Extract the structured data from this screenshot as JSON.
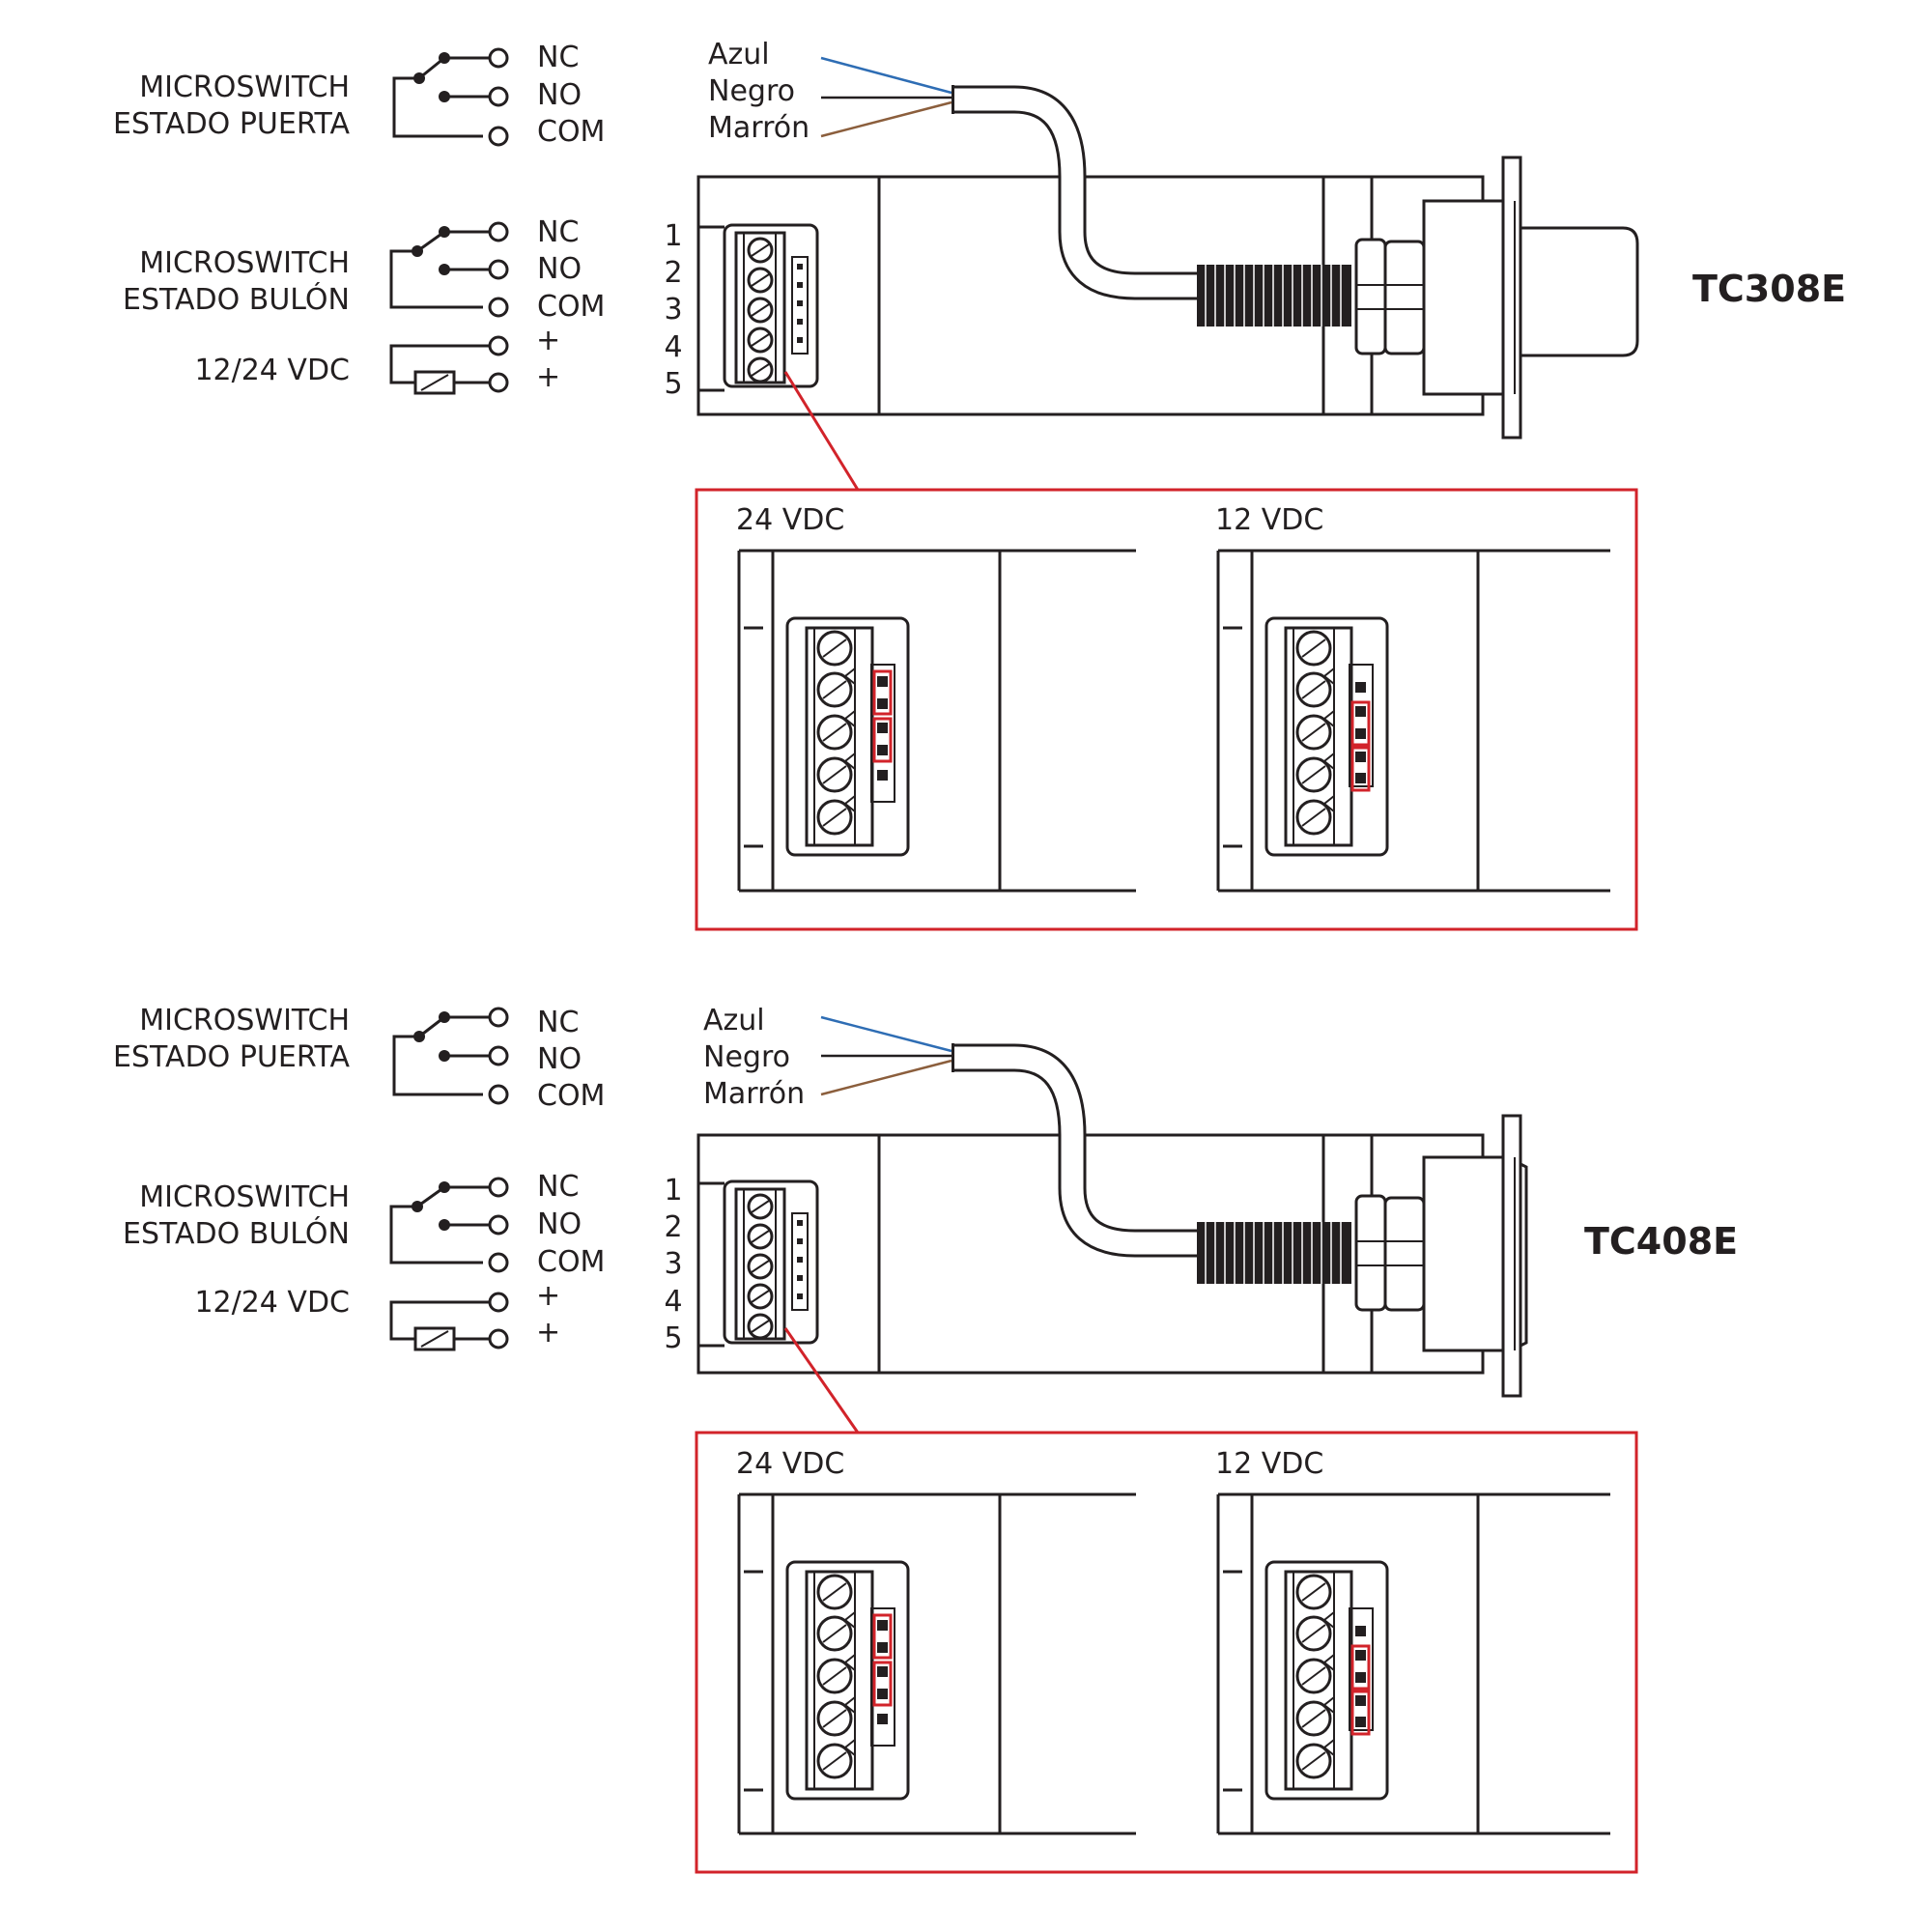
{
  "colors": {
    "line": "#231f20",
    "highlight": "#d2232a",
    "wire_blue": "#2e6db4",
    "wire_black": "#231f20",
    "wire_brown": "#8b5e3c"
  },
  "devices": [
    {
      "model": "TC308E",
      "switch_door": {
        "label_line1": "MICROSWITCH",
        "label_line2": "ESTADO PUERTA",
        "contacts": [
          "NC",
          "NO",
          "COM"
        ]
      },
      "switch_bolt": {
        "label_line1": "MICROSWITCH",
        "label_line2": "ESTADO BULÓN",
        "contacts": [
          "NC",
          "NO",
          "COM"
        ]
      },
      "power": {
        "label": "12/24 VDC",
        "terminals": [
          "+",
          "+"
        ]
      },
      "wires": [
        "Azul",
        "Negro",
        "Marrón"
      ],
      "terminal_numbers": [
        "1",
        "2",
        "3",
        "4",
        "5"
      ],
      "jumpers": {
        "left": "24 VDC",
        "right": "12 VDC"
      }
    },
    {
      "model": "TC408E",
      "switch_door": {
        "label_line1": "MICROSWITCH",
        "label_line2": "ESTADO PUERTA",
        "contacts": [
          "NC",
          "NO",
          "COM"
        ]
      },
      "switch_bolt": {
        "label_line1": "MICROSWITCH",
        "label_line2": "ESTADO BULÓN",
        "contacts": [
          "NC",
          "NO",
          "COM"
        ]
      },
      "power": {
        "label": "12/24 VDC",
        "terminals": [
          "+",
          "+"
        ]
      },
      "wires": [
        "Azul",
        "Negro",
        "Marrón"
      ],
      "terminal_numbers": [
        "1",
        "2",
        "3",
        "4",
        "5"
      ],
      "jumpers": {
        "left": "24 VDC",
        "right": "12 VDC"
      }
    }
  ]
}
